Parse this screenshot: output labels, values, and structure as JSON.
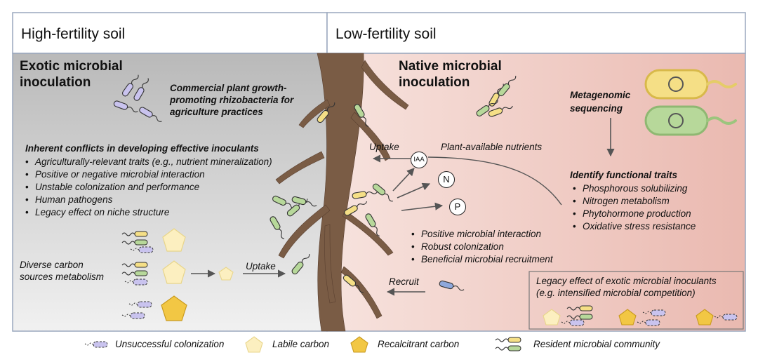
{
  "panels": {
    "left_title": "High-fertility soil",
    "right_title": "Low-fertility soil"
  },
  "left": {
    "heading_line1": "Exotic microbial",
    "heading_line2": "inoculation",
    "pgpr_line1": "Commercial plant growth-",
    "pgpr_line2": "promoting rhizobacteria for",
    "pgpr_line3": "agriculture practices",
    "conflicts_title": "Inherent conflicts in developing effective inoculants",
    "conflicts": [
      "Agriculturally-relevant traits (e.g., nutrient mineralization)",
      "Positive or negative microbial interaction",
      "Unstable colonization and performance",
      "Human pathogens",
      "Legacy effect on niche structure"
    ],
    "carbon_line1": "Diverse carbon",
    "carbon_line2": "sources metabolism",
    "uptake": "Uptake"
  },
  "right": {
    "heading_line1": "Native microbial",
    "heading_line2": "inoculation",
    "uptake": "Uptake",
    "nutrients": "Plant-available nutrients",
    "iaa": "IAA",
    "n": "N",
    "p": "P",
    "benefits": [
      "Positive microbial interaction",
      "Robust colonization",
      "Beneficial microbial recruitment"
    ],
    "recruit": "Recruit",
    "metagenomic_line1": "Metagenomic",
    "metagenomic_line2": "sequencing",
    "traits_title": "Identify functional traits",
    "traits": [
      "Phosphorous solubilizing",
      "Nitrogen metabolism",
      "Phytohormone production",
      "Oxidative stress resistance"
    ],
    "legacy_line1": "Legacy effect of exotic microbial inoculants",
    "legacy_line2": "(e.g. intensified microbial competition)"
  },
  "legend": {
    "unsuccessful": "Unsuccessful colonization",
    "labile": "Labile carbon",
    "recalcitrant": "Recalcitrant carbon",
    "resident": "Resident microbial community"
  },
  "colors": {
    "root": "#7a5c45",
    "yellow_cell": "#f5df86",
    "green_cell": "#b7d89a",
    "purple_cell": "#c9c3ee",
    "blue_cell": "#8ea8dc",
    "labile_carbon": "#fcefc0",
    "recalcitrant_carbon": "#f2c744",
    "left_bg_top": "#bdbdbd",
    "right_bg": "#ecc5bd"
  }
}
